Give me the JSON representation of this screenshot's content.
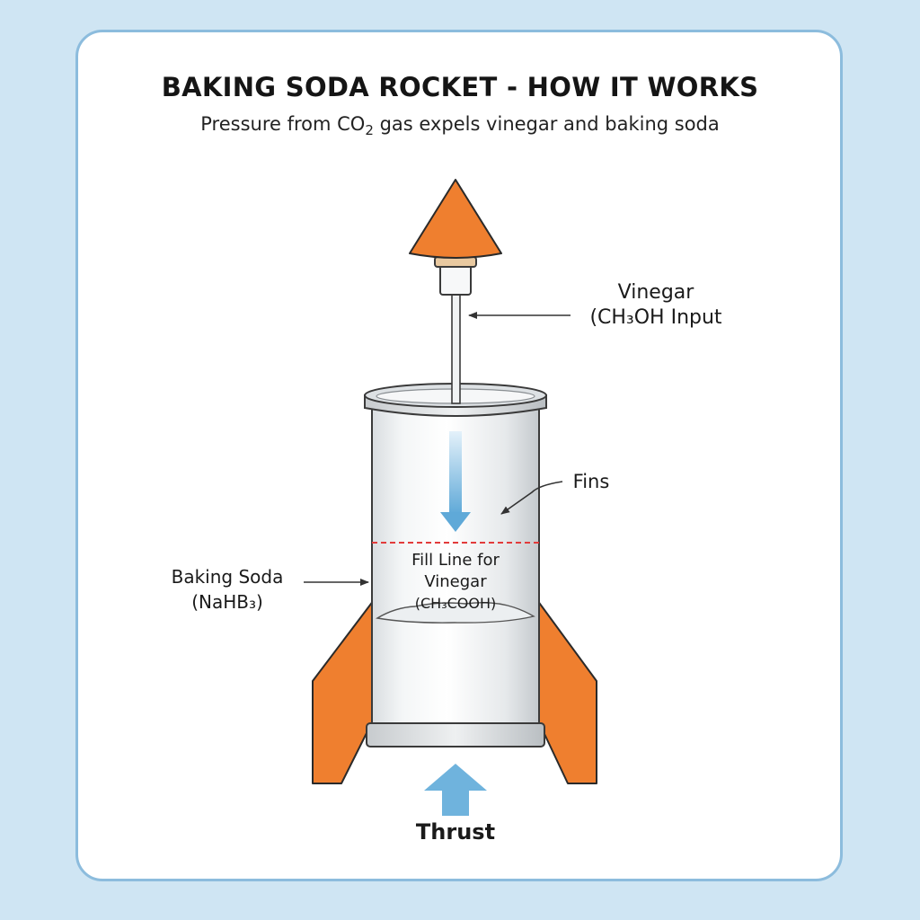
{
  "header": {
    "title": "BAKING SODA ROCKET - HOW IT WORKS",
    "subtitle_pre": "Pressure from CO",
    "subtitle_sub": "2",
    "subtitle_post": " gas expels vinegar and baking soda"
  },
  "labels": {
    "vinegar_line1": "Vinegar",
    "vinegar_line2": "(CH₃OH Input",
    "fins": "Fins",
    "baking_soda_line1": "Baking Soda",
    "baking_soda_line2": "(NaHB₃)",
    "fill_line1": "Fill Line for",
    "fill_line2": "Vinegar",
    "fill_line3": "(CH₃COOH)",
    "thrust": "Thrust"
  },
  "colors": {
    "background": "#cfe5f3",
    "card_border": "#8cbcdd",
    "orange": "#ef7f2f",
    "arrow_blue": "#6fb3dd",
    "fill_line": "#e23b3b"
  }
}
